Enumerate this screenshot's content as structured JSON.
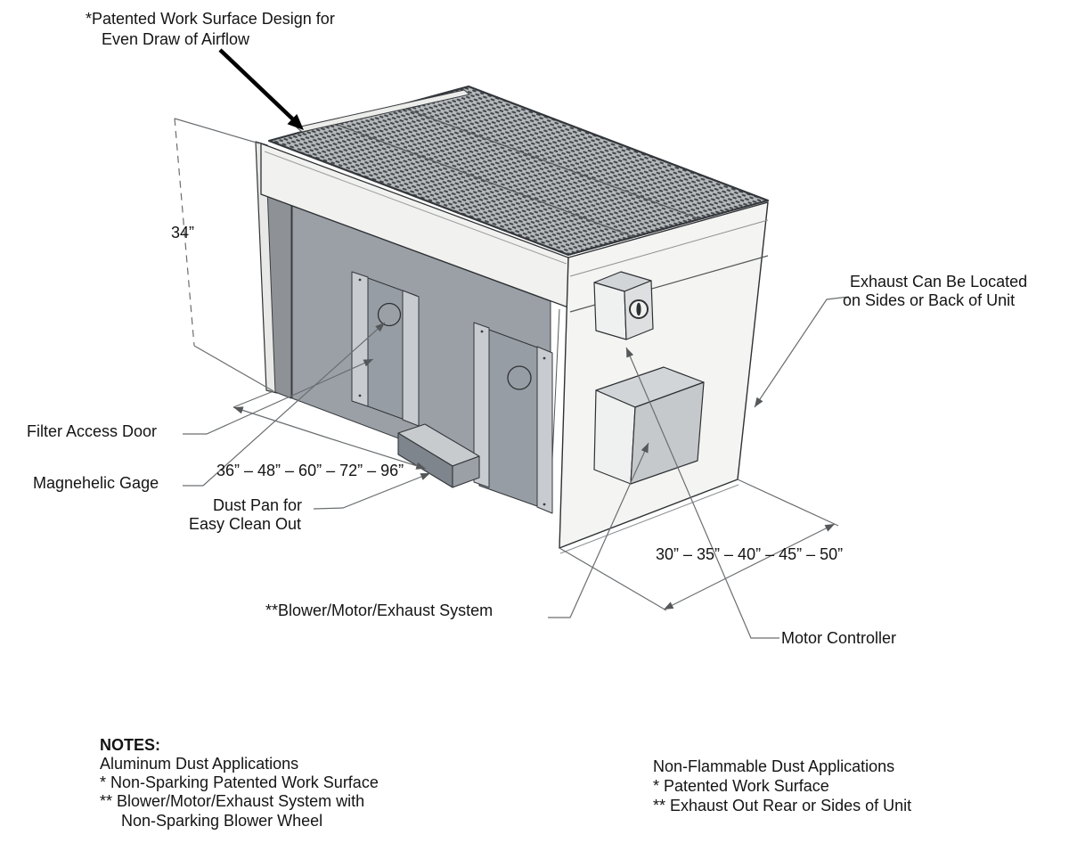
{
  "diagram": {
    "callout_top": {
      "line1": "*Patented Work Surface Design for",
      "line2": "Even Draw of Airflow"
    },
    "labels": {
      "height_dim": "34”",
      "filter_access_door": "Filter Access Door",
      "magnehelic_gage": "Magnehelic Gage",
      "width_dim": "36” – 48” – 60” – 72” – 96”",
      "dust_pan_line1": "Dust Pan for",
      "dust_pan_line2": "Easy Clean Out",
      "blower_system": "**Blower/Motor/Exhaust System",
      "depth_dim": "30” – 35” – 40” – 45” – 50”",
      "motor_controller": "Motor Controller",
      "exhaust_line1": "Exhaust Can Be Located",
      "exhaust_line2": "on Sides or Back of Unit"
    },
    "notes": {
      "heading": "NOTES:",
      "left": [
        "Aluminum Dust Applications",
        "* Non-Sparking Patented Work Surface",
        "** Blower/Motor/Exhaust System with",
        "Non-Sparking Blower Wheel"
      ],
      "right": [
        "Non-Flammable Dust Applications",
        "* Patented Work Surface",
        "** Exhaust Out Rear or Sides of Unit"
      ]
    },
    "colors": {
      "text": "#141414",
      "leader_line": "#6a6e71",
      "outline": "#2e3134",
      "panel_white": "#f4f4f2",
      "apron_light": "#f1f1ef",
      "wall_gray": "#9aa0a6",
      "left_wall_gray": "#8e9296",
      "door_gray": "#979da4",
      "stile_light": "#c8ccd0",
      "grate_base": "#b7babc",
      "grate_dark": "#43474a",
      "dustpan_top": "#c7cbce",
      "dustpan_front": "#7e858c",
      "dustpan_end": "#9aa0a5",
      "box_top": "#d2d5d7",
      "box_front": "#eff0f0",
      "box_side": "#c6c9cb"
    }
  }
}
